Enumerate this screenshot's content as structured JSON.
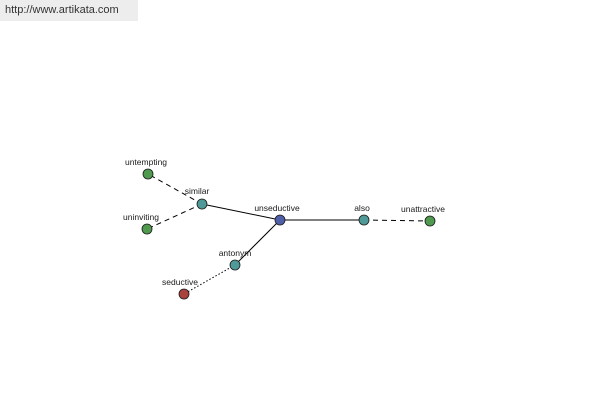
{
  "header": {
    "url": "http://www.artikata.com"
  },
  "graph": {
    "colors": {
      "center": "#4f5fa8",
      "relation": "#4f9a98",
      "synonym": "#4f9a4f",
      "antonym": "#a8443c",
      "edge": "#000000"
    },
    "nodes": [
      {
        "id": "unseductive",
        "label": "unseductive",
        "kind": "center"
      },
      {
        "id": "similar",
        "label": "similar",
        "kind": "relation"
      },
      {
        "id": "also",
        "label": "also",
        "kind": "relation"
      },
      {
        "id": "antonym",
        "label": "antonym",
        "kind": "relation"
      },
      {
        "id": "untempting",
        "label": "untempting",
        "kind": "synonym"
      },
      {
        "id": "uninviting",
        "label": "uninviting",
        "kind": "synonym"
      },
      {
        "id": "unattractive",
        "label": "unattractive",
        "kind": "synonym"
      },
      {
        "id": "seductive",
        "label": "seductive",
        "kind": "antonym"
      }
    ],
    "edges": [
      {
        "from": "unseductive",
        "to": "similar",
        "style": "solid"
      },
      {
        "from": "unseductive",
        "to": "also",
        "style": "solid"
      },
      {
        "from": "unseductive",
        "to": "antonym",
        "style": "solid"
      },
      {
        "from": "similar",
        "to": "untempting",
        "style": "dashed"
      },
      {
        "from": "similar",
        "to": "uninviting",
        "style": "dashed"
      },
      {
        "from": "also",
        "to": "unattractive",
        "style": "dashed"
      },
      {
        "from": "antonym",
        "to": "seductive",
        "style": "dotted"
      }
    ]
  }
}
